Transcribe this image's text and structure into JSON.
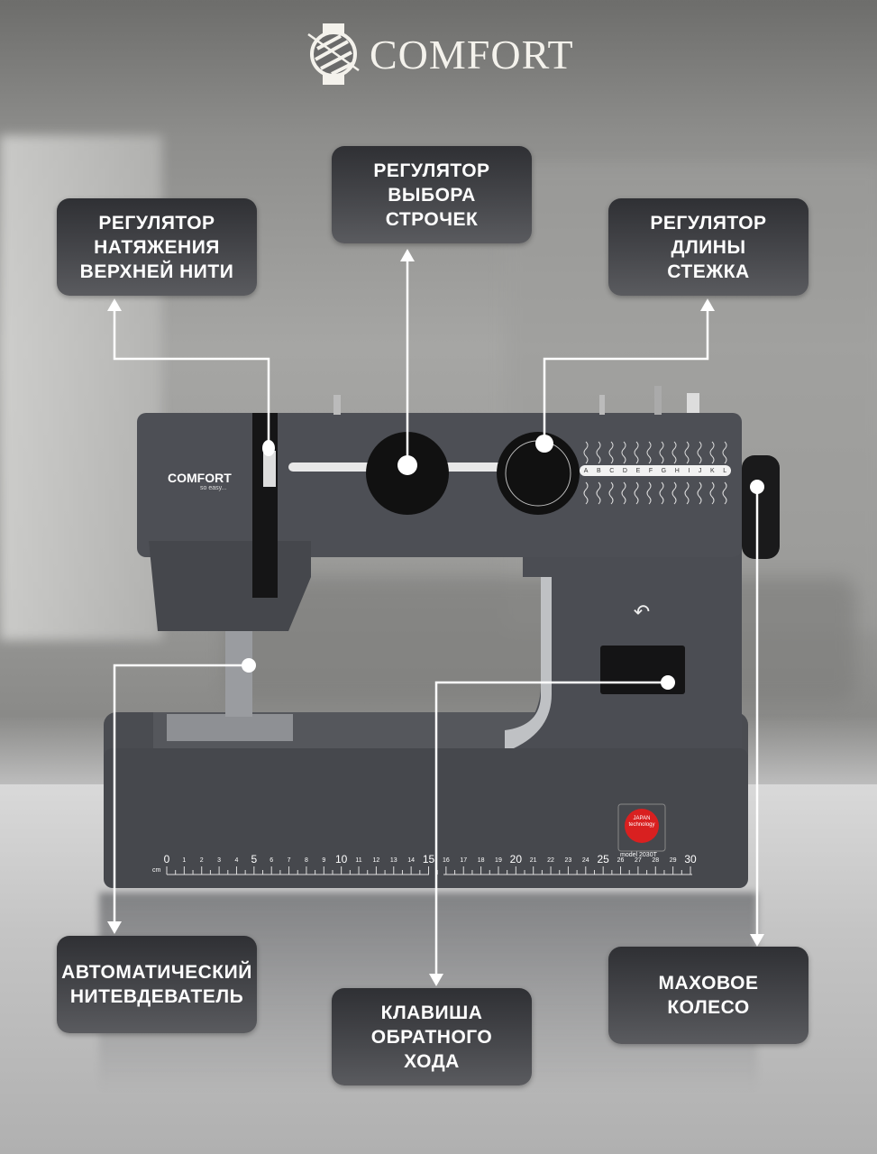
{
  "brand": {
    "logo_text": "COMFORT"
  },
  "machine": {
    "brand": "COMFORT",
    "slogan": "so easy...",
    "stitch_letters": [
      "A",
      "B",
      "C",
      "D",
      "E",
      "F",
      "G",
      "H",
      "I",
      "J",
      "K",
      "L"
    ],
    "badge_line1": "JAPAN",
    "badge_line2": "technology",
    "model": "model 2030T",
    "ruler_unit": "cm",
    "ruler_numbers": [
      0,
      1,
      2,
      3,
      4,
      5,
      6,
      7,
      8,
      9,
      10,
      11,
      12,
      13,
      14,
      15,
      16,
      17,
      18,
      19,
      20,
      21,
      22,
      23,
      24,
      25,
      26,
      27,
      28,
      29,
      30
    ]
  },
  "callouts": [
    {
      "lines": [
        "РЕГУЛЯТОР",
        "НАТЯЖЕНИЯ",
        "ВЕРХНЕЙ НИТИ"
      ]
    },
    {
      "lines": [
        "РЕГУЛЯТОР",
        "ВЫБОРА",
        "СТРОЧЕК"
      ]
    },
    {
      "lines": [
        "РЕГУЛЯТОР",
        "ДЛИНЫ",
        "СТЕЖКА"
      ]
    },
    {
      "lines": [
        "АВТОМАТИЧЕСКИЙ",
        "НИТЕВДЕВАТЕЛЬ"
      ]
    },
    {
      "lines": [
        "КЛАВИША",
        "ОБРАТНОГО",
        "ХОДА"
      ]
    },
    {
      "lines": [
        "МАХОВОЕ",
        "КОЛЕСО"
      ]
    }
  ],
  "colors": {
    "box": "#3a3b3f",
    "machine": "#4a4c52",
    "line": "#ffffff",
    "badge": "#d92020"
  }
}
